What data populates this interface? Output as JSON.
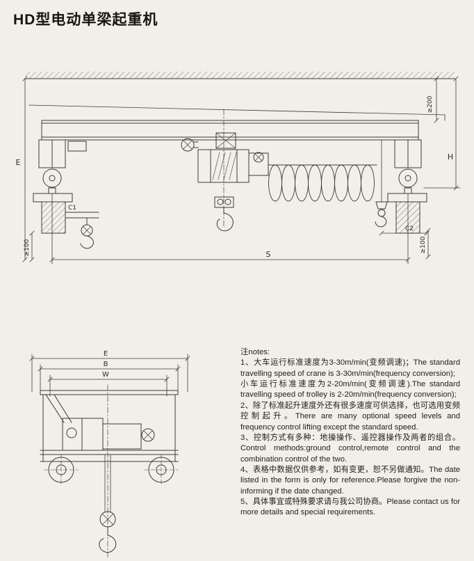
{
  "page": {
    "title": "HD型电动单梁起重机",
    "paper_color": "#f1efe8",
    "line_color": "#3b3b3a"
  },
  "front_view": {
    "labels": {
      "clearance_top": "≥200",
      "height": "H",
      "left_height": "E",
      "hook_left": "C1",
      "hook_right": "C2",
      "clearance_left": "≥100",
      "clearance_right": "≥100",
      "span": "S"
    }
  },
  "side_view": {
    "labels": {
      "e": "E",
      "b": "B",
      "w": "W"
    }
  },
  "notes": {
    "heading": "注notes:",
    "items": [
      "1、大车运行标准速度为3-30m/min(变频调速)；The standard travelling speed of crane is 3-30m/min(frequency conversion);",
      "小车运行标准速度为2-20m/min(变频调速).The standard travelling speed of trolley is 2-20m/min(frequency conversion);",
      "2、除了标准起升速度外还有很多速度可供选择，也可选用变频控制起升。There are many optional speed levels and frequency control lifting except the standard speed.",
      "3、控制方式有多种：地操操作、遥控器操作及两者的组合。Control methods:ground control,remote control and the combination control of the two.",
      "4、表格中数据仅供参考，如有变更，恕不另做通知。The date listed in the form is only for reference.Please forgive the non-informing if the date changed.",
      "5、具体事宜或特殊要求请与我公司协商。Please contact us for more details and special requirements."
    ]
  }
}
